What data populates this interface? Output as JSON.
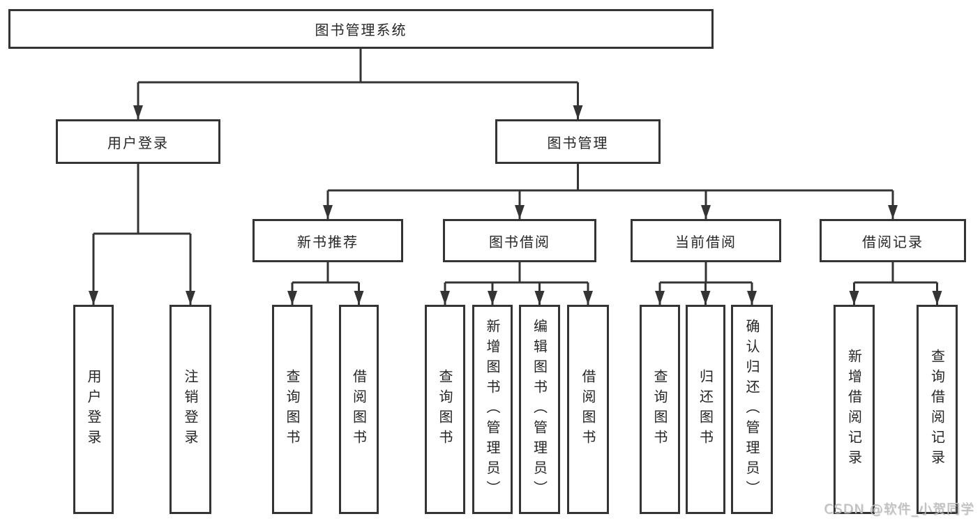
{
  "colors": {
    "line": "#343434",
    "text": "#262626",
    "watermark": "#c0c0c0",
    "background": "#ffffff"
  },
  "watermark": {
    "text": "CSDN @软件_小贺同学"
  },
  "tree": {
    "root": {
      "label": "图书管理系统",
      "children": [
        {
          "label": "用户登录",
          "children": [
            {
              "label": "用户登录"
            },
            {
              "label": "注销登录"
            }
          ]
        },
        {
          "label": "图书管理",
          "children": [
            {
              "label": "新书推荐",
              "children": [
                {
                  "label": "查询图书"
                },
                {
                  "label": "借阅图书"
                }
              ]
            },
            {
              "label": "图书借阅",
              "children": [
                {
                  "label": "查询图书"
                },
                {
                  "label": "新增图书（管理员）"
                },
                {
                  "label": "编辑图书（管理员）"
                },
                {
                  "label": "借阅图书"
                }
              ]
            },
            {
              "label": "当前借阅",
              "children": [
                {
                  "label": "查询图书"
                },
                {
                  "label": "归还图书"
                },
                {
                  "label": "确认归还（管理员）"
                }
              ]
            },
            {
              "label": "借阅记录",
              "children": [
                {
                  "label": "新增借阅记录"
                },
                {
                  "label": "查询借阅记录"
                }
              ]
            }
          ]
        }
      ]
    }
  }
}
